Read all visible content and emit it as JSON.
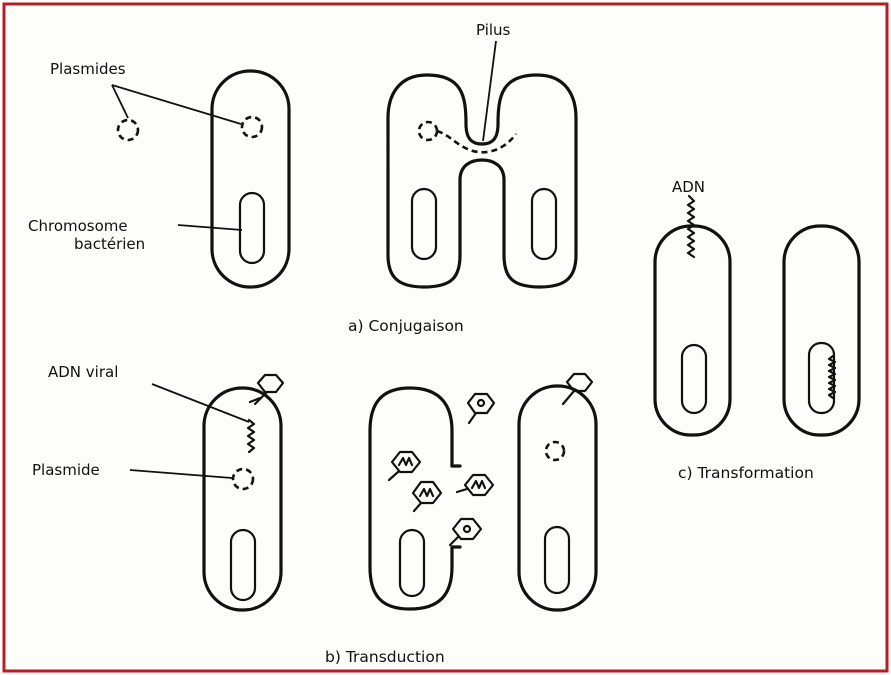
{
  "labels": {
    "plasmides": "Plasmides",
    "chromosome_line1": "Chromosome",
    "chromosome_line2": "bactérien",
    "pilus": "Pilus",
    "adn_transformation": "ADN",
    "adn_viral": "ADN viral",
    "plasmide": "Plasmide"
  },
  "captions": {
    "conjugaison": "a) Conjugaison",
    "transduction": "b) Transduction",
    "transformation": "c) Transformation"
  },
  "colors": {
    "frame": "#b21e23",
    "ink": "#111111",
    "background": "#fdfdfb"
  }
}
